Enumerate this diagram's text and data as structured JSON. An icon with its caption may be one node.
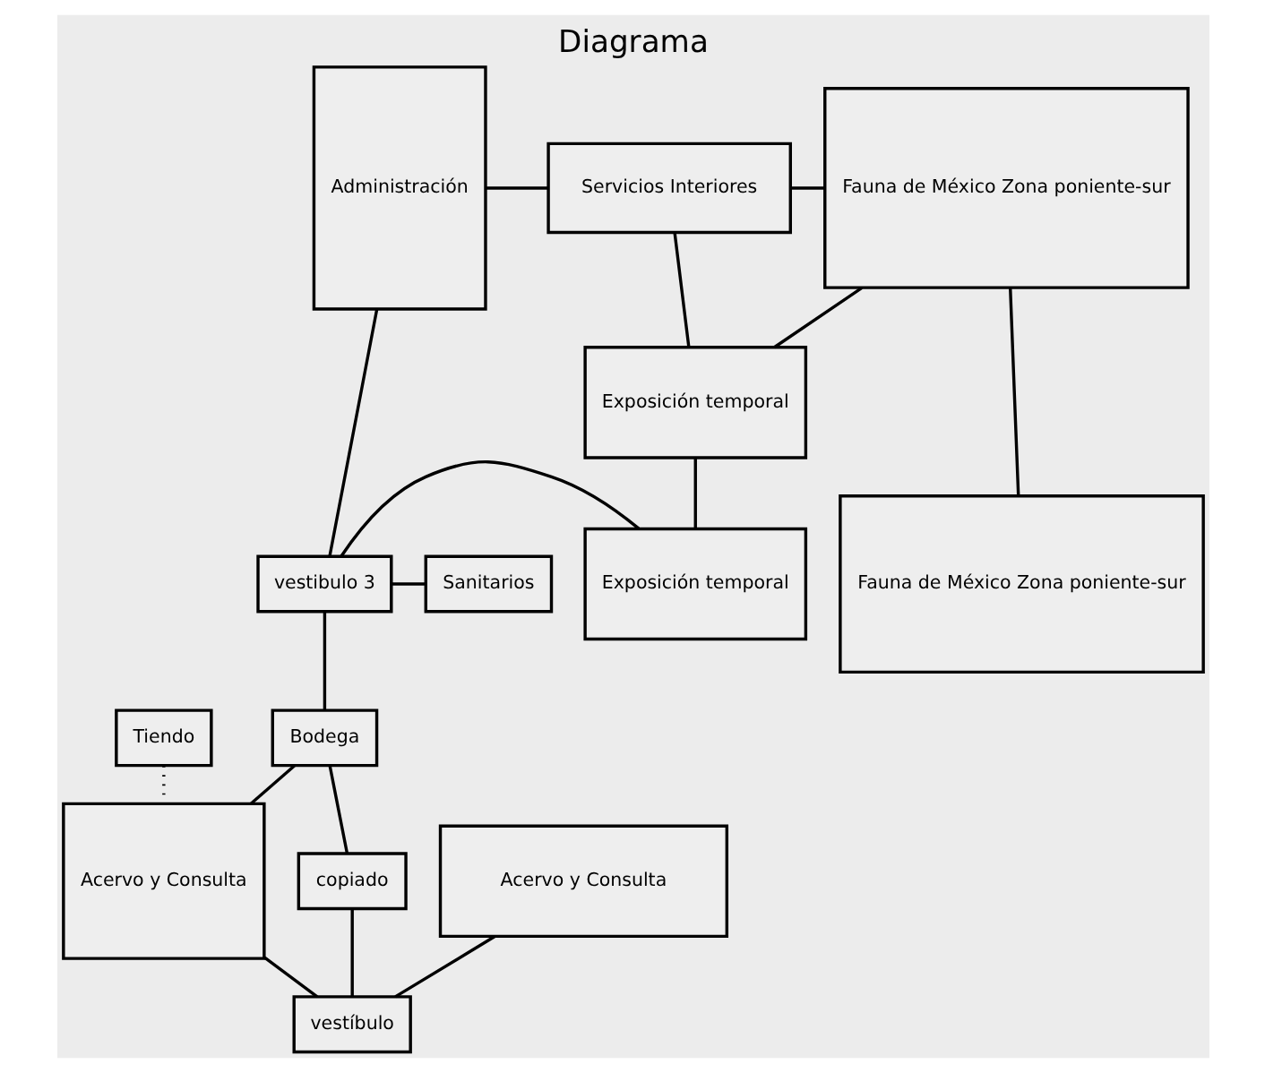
{
  "diagram": {
    "title": "Diagrama",
    "nodes": [
      {
        "text": [
          "Administración"
        ]
      },
      {
        "text": [
          "Servicios Interiores"
        ]
      },
      {
        "text": [
          "Fauna de México Zona poniente-sur"
        ]
      },
      {
        "text": [
          "Exposición temporal"
        ]
      },
      {
        "text": [
          "Exposición temporal"
        ]
      },
      {
        "text": [
          "Sanitarios"
        ]
      },
      {
        "text": [
          "vestibulo 3"
        ]
      },
      {
        "text": [
          "Fauna de México Zona poniente-sur"
        ]
      },
      {
        "text": [
          "Tiendo"
        ]
      },
      {
        "text": [
          "Bodega"
        ]
      },
      {
        "text": [
          "Acervo y Consulta"
        ]
      },
      {
        "text": [
          "copiado"
        ]
      },
      {
        "text": [
          "Acervo y Consulta"
        ]
      },
      {
        "text": [
          "vestíbulo"
        ]
      }
    ],
    "edges": [
      {
        "from": 0,
        "to": 1,
        "arrow": "none"
      },
      {
        "from": 1,
        "to": 2,
        "arrow": "none"
      },
      {
        "from": 1,
        "to": 3,
        "arrow": "none"
      },
      {
        "from": 3,
        "to": 2,
        "arrow": "none"
      },
      {
        "from": 3,
        "to": 4,
        "arrow": "none"
      },
      {
        "from": 2,
        "to": 7,
        "arrow": "none"
      },
      {
        "from": 0,
        "to": 6,
        "arrow": "none"
      },
      {
        "from": 5,
        "to": 6,
        "arrow": "none"
      },
      {
        "from": 6,
        "to": 4,
        "arrow": "none"
      },
      {
        "from": 6,
        "to": 9,
        "arrow": "none"
      },
      {
        "from": 8,
        "to": 10,
        "arrow": "none",
        "style": "dashed"
      },
      {
        "from": 9,
        "to": 10,
        "arrow": "none"
      },
      {
        "from": 9,
        "to": 11,
        "arrow": "none"
      },
      {
        "from": 11,
        "to": 13,
        "arrow": "none"
      },
      {
        "from": 13,
        "to": 10,
        "arrow": "none"
      },
      {
        "from": 13,
        "to": 12,
        "arrow": "none"
      }
    ]
  }
}
